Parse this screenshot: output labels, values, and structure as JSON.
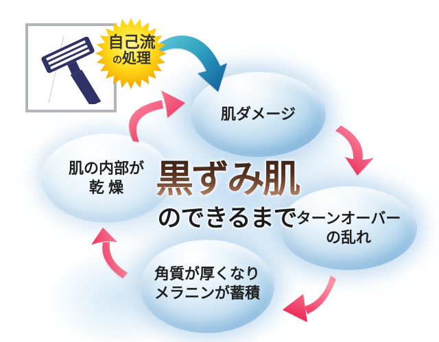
{
  "title": {
    "main": "黒ずみ肌",
    "sub": "のできるまで"
  },
  "cause": {
    "icon": "razor-icon",
    "burst_line1": "自己流",
    "burst_line2": "の処理"
  },
  "nodes": {
    "damage": {
      "lines": [
        "肌ダメージ"
      ]
    },
    "turnover": {
      "lines": [
        "ターンオーバー",
        "の乱れ"
      ]
    },
    "keratin": {
      "lines": [
        "角質が厚くなり",
        "メラニンが蓄積"
      ]
    },
    "dryness": {
      "lines": [
        "肌の内部が",
        "乾燥"
      ]
    }
  },
  "icons": {
    "cycle_arrows": "pink-curved-arrow",
    "trigger_arrow": "teal-curved-arrow"
  },
  "colors": {
    "arrow_pink_dark": "#ec2a5a",
    "arrow_pink_light": "#fa8fa3",
    "arrow_teal_light": "#63cbd9",
    "arrow_teal_dark": "#16689f",
    "ellipse_blue": "#8cc0e3",
    "title_brown_dark": "#3c2317",
    "title_brown_light": "#ba8b6e",
    "burst_yellow": "#ffd616",
    "razor_navy": "#2e3266",
    "box_border_gray": "#b2b5b8"
  }
}
